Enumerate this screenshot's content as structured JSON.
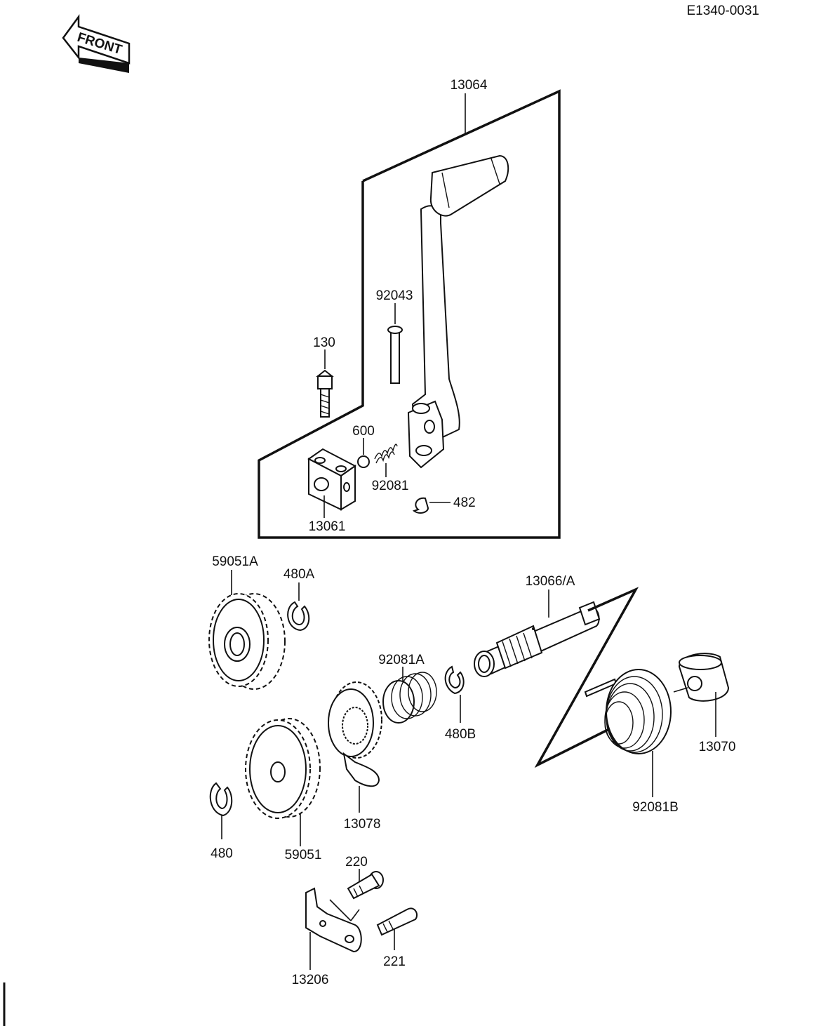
{
  "document_code": "E1340-0031",
  "front_label": "FRONT",
  "labels": {
    "p13064": "13064",
    "p92043": "92043",
    "p130": "130",
    "p600": "600",
    "p92081": "92081",
    "p482": "482",
    "p13061": "13061",
    "p59051A": "59051A",
    "p480A": "480A",
    "p13066A": "13066/A",
    "p92081A": "92081A",
    "p480B": "480B",
    "p13070": "13070",
    "p92081B": "92081B",
    "p13078": "13078",
    "p480": "480",
    "p59051": "59051",
    "p220": "220",
    "p221": "221",
    "p13206": "13206"
  }
}
